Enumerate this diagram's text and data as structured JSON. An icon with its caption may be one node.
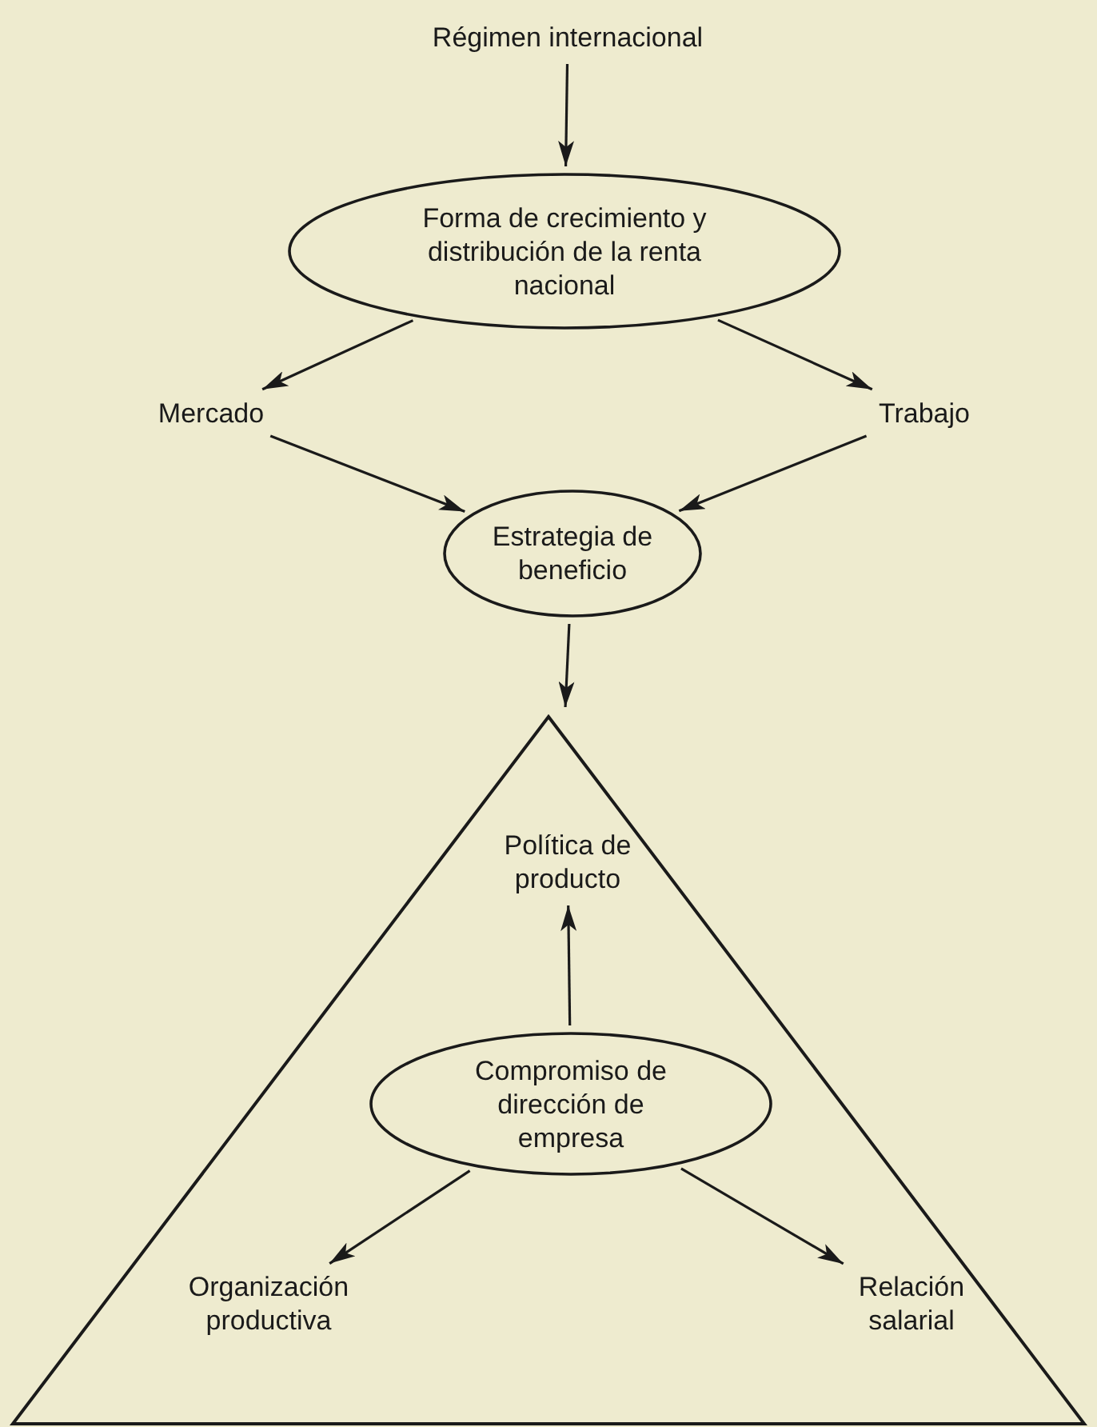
{
  "diagram": {
    "nodes": [
      {
        "text": [
          "Régimen internacional"
        ]
      },
      {
        "text": [
          "Forma de crecimiento y distribución de la renta nacional"
        ]
      },
      {
        "text": [
          "Mercado"
        ]
      },
      {
        "text": [
          "Trabajo"
        ]
      },
      {
        "text": [
          "Estrategia de beneficio"
        ]
      },
      {
        "text": [],
        "shape": "triangle"
      },
      {
        "text": [
          "Política de producto"
        ],
        "in": 5
      },
      {
        "text": [
          "Compromiso de dirección de empresa"
        ],
        "in": 5
      },
      {
        "text": [
          "Organización productiva"
        ],
        "in": 5
      },
      {
        "text": [
          "Relación salarial"
        ],
        "in": 5
      }
    ],
    "edges": [
      {
        "from": 0,
        "to": 1,
        "arrow": "to"
      },
      {
        "from": 1,
        "to": 2,
        "arrow": "to"
      },
      {
        "from": 1,
        "to": 3,
        "arrow": "to"
      },
      {
        "from": 2,
        "to": 4,
        "arrow": "to"
      },
      {
        "from": 3,
        "to": 4,
        "arrow": "to"
      },
      {
        "from": 4,
        "to": 5,
        "arrow": "to"
      },
      {
        "from": 7,
        "to": 6,
        "arrow": "to"
      },
      {
        "from": 7,
        "to": 8,
        "arrow": "to"
      },
      {
        "from": 7,
        "to": 9,
        "arrow": "to"
      }
    ]
  }
}
